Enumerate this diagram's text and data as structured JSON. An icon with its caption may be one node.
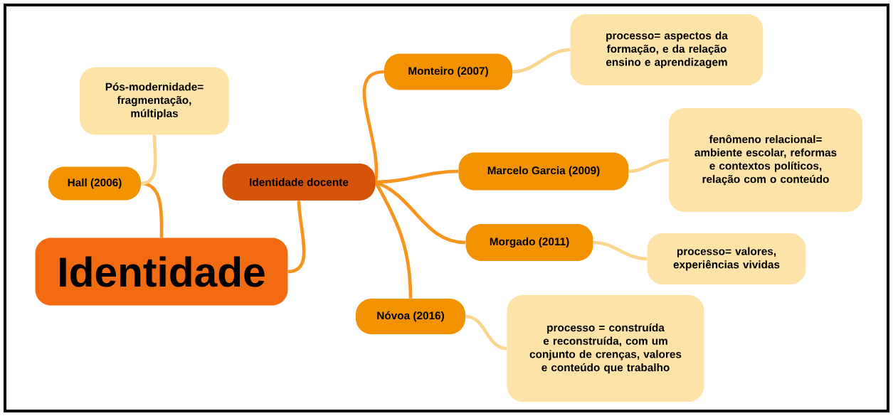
{
  "diagram": {
    "nodes": [
      {
        "text": [
          "Identidade"
        ]
      },
      {
        "text": [
          "Hall (2006)"
        ]
      },
      {
        "text": [
          "Pós-modernidade= fragmentação, múltiplas"
        ]
      },
      {
        "text": [
          "Identidade docente"
        ]
      },
      {
        "text": [
          "Monteiro (2007)"
        ]
      },
      {
        "text": [
          "processo= aspectos da formação, e da relação ensino e aprendizagem"
        ]
      },
      {
        "text": [
          "Marcelo Garcia (2009)"
        ]
      },
      {
        "text": [
          "fenômeno relacional= ambiente escolar, reformas e contextos políticos, relação com o conteúdo"
        ]
      },
      {
        "text": [
          "Morgado (2011)"
        ]
      },
      {
        "text": [
          "processo= valores, experiências vividas"
        ]
      },
      {
        "text": [
          "Nóvoa (2016)"
        ]
      },
      {
        "text": [
          "processo = construída e reconstruída, com um conjunto de crenças, valores e conteúdo que trabalho"
        ]
      }
    ],
    "edges": [
      {
        "from": 0,
        "to": 1,
        "arrow": "none"
      },
      {
        "from": 1,
        "to": 2,
        "arrow": "none",
        "color": "#fbd58e"
      },
      {
        "from": 0,
        "to": 3,
        "arrow": "none"
      },
      {
        "from": 3,
        "to": 4,
        "arrow": "none"
      },
      {
        "from": 3,
        "to": 6,
        "arrow": "none"
      },
      {
        "from": 3,
        "to": 8,
        "arrow": "none"
      },
      {
        "from": 3,
        "to": 10,
        "arrow": "none"
      },
      {
        "from": 4,
        "to": 5,
        "arrow": "none",
        "color": "#fbd58e"
      },
      {
        "from": 6,
        "to": 7,
        "arrow": "none",
        "color": "#fbd58e"
      },
      {
        "from": 8,
        "to": 9,
        "arrow": "none",
        "color": "#fbd58e"
      },
      {
        "from": 10,
        "to": 11,
        "arrow": "none",
        "color": "#fbd58e"
      }
    ]
  }
}
